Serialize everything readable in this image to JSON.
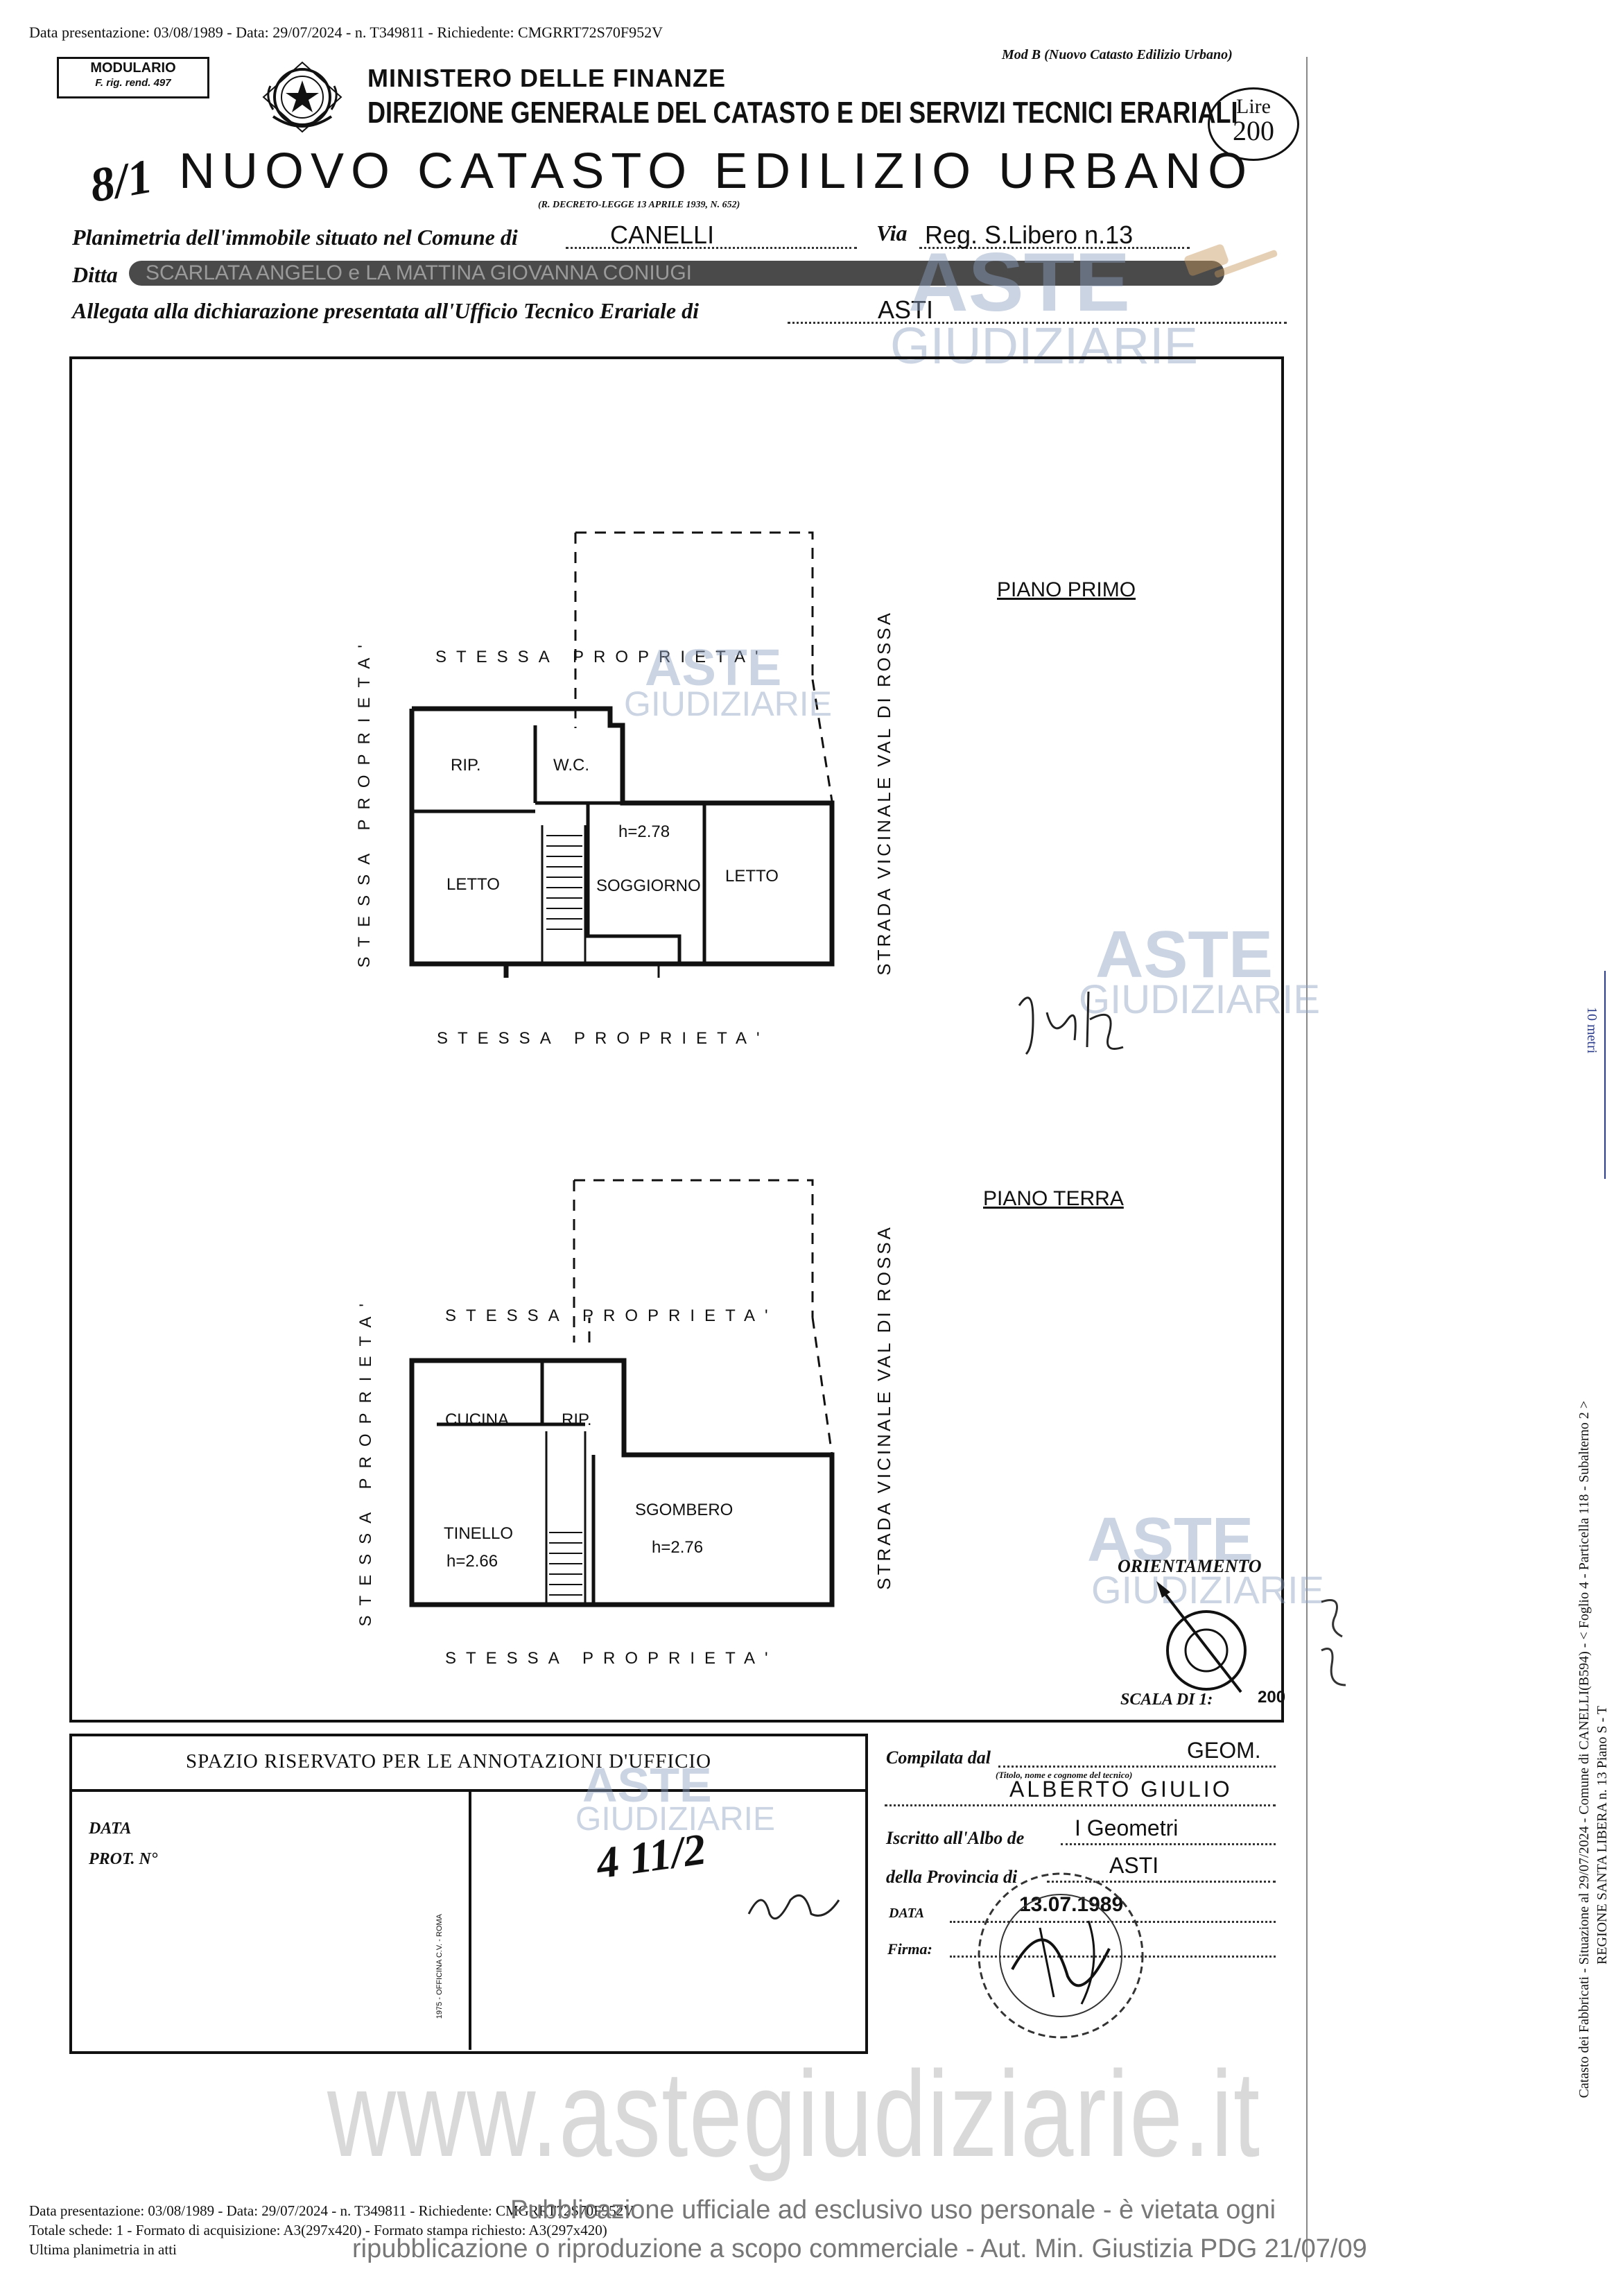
{
  "header": {
    "top_line": "Data presentazione: 03/08/1989 - Data: 29/07/2024 - n. T349811 - Richiedente: CMGRRT72S70F952V",
    "modulario": "MODULARIO",
    "modulario_sub": "F. rig. rend. 497",
    "mod_b": "Mod B (Nuovo Catasto Edilizio Urbano)",
    "ministry": "MINISTERO DELLE FINANZE",
    "direzione": "DIREZIONE GENERALE DEL CATASTO E DEI SERVIZI TECNICI ERARIALI",
    "lire_label": "Lire",
    "lire_value": "200",
    "handwritten_mark": "8/1",
    "title": "NUOVO CATASTO EDILIZIO URBANO",
    "decree": "(R. DECRETO-LEGGE 13 APRILE 1939, N. 652)"
  },
  "form": {
    "planimetria_label": "Planimetria dell'immobile situato nel Comune di",
    "comune": "CANELLI",
    "via_label": "Via",
    "via": "Reg. S.Libero n.13",
    "ditta_label": "Ditta",
    "ditta_value": "SCARLATA ANGELO e LA MATTINA GIOVANNA CONIUGI",
    "allegata_label": "Allegata alla dichiarazione presentata all'Ufficio Tecnico Erariale di",
    "ufficio": "ASTI"
  },
  "plan_first": {
    "title": "PIANO PRIMO",
    "top": "STESSA PROPRIETA'",
    "bottom": "STESSA PROPRIETA'",
    "left": "STESSA PROPRIETA'",
    "right": "STRADA VICINALE VAL DI ROSSA",
    "rooms": {
      "rip": "RIP.",
      "wc": "W.C.",
      "height": "h=2.78",
      "letto1": "LETTO",
      "soggiorno": "SOGGIORNO",
      "letto2": "LETTO"
    }
  },
  "plan_ground": {
    "title": "PIANO TERRA",
    "top": "STESSA PROPRIETA'",
    "bottom": "STESSA PROPRIETA'",
    "left": "STESSA PROPRIETA'",
    "right": "STRADA VICINALE VAL DI ROSSA",
    "rooms": {
      "cucina": "CUCINA",
      "rip": "RIP.",
      "sgombero": "SGOMBERO",
      "h_sgombero": "h=2.76",
      "tinello": "TINELLO",
      "h_tinello": "h=2.66"
    }
  },
  "orientation": {
    "label": "ORIENTAMENTO",
    "scale_label": "SCALA DI 1:",
    "scale_value": "200"
  },
  "side": {
    "meters": "10 metri",
    "info_line1": "Catasto dei Fabbricati - Situazione al 29/07/2024 - Comune di CANELLI(B594) - < Foglio 4 - Particella 118 - Subalterno 2 >",
    "info_line2": "REGIONE SANTA LIBERA n. 13 Piano S - T"
  },
  "office": {
    "title": "SPAZIO RISERVATO PER LE ANNOTAZIONI D'UFFICIO",
    "data_label": "DATA",
    "prot_label": "PROT. N°",
    "tiny_print": "1975 - OFFICINA C.V. - ROMA",
    "compilata_label": "Compilata dal",
    "compilata_note": "(Titolo, nome e cognome del tecnico)",
    "tecnico_title": "GEOM.",
    "tecnico_name": "ALBERTO GIULIO",
    "iscritto_label": "Iscritto all'Albo de",
    "albo": "I Geometri",
    "provincia_label": "della Provincia di",
    "provincia": "ASTI",
    "data_label2": "DATA",
    "data_value": "13.07.1989",
    "firma_label": "Firma:",
    "hand_note": "4 11/2"
  },
  "watermarks": {
    "aste": "ASTE",
    "giudiziarie": "GIUDIZIARIE",
    "site": "www.astegiudiziarie.it"
  },
  "footer": {
    "line1": "Data presentazione: 03/08/1989 - Data: 29/07/2024 - n. T349811 - Richiedente: CMGRRT72S70F952V",
    "line2": "Totale schede: 1 - Formato di acquisizione: A3(297x420) - Formato stampa richiesto: A3(297x420)",
    "line3": "Ultima planimetria in atti",
    "pub1": "Pubblicazione ufficiale ad esclusivo uso personale - è vietata ogni",
    "pub2": "ripubblicazione o riproduzione a scopo commerciale - Aut. Min. Giustizia PDG 21/07/09"
  }
}
